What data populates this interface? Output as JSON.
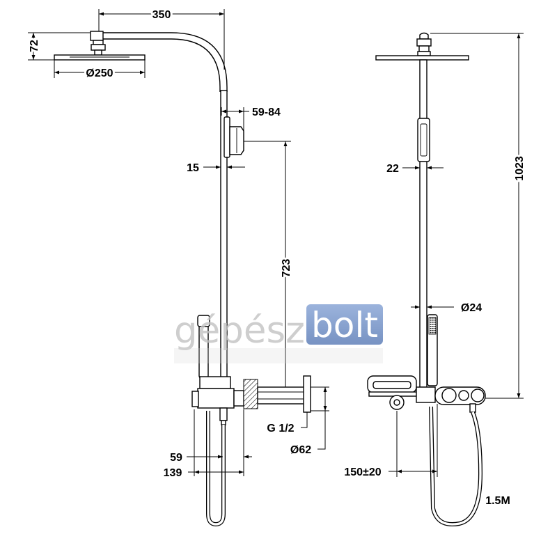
{
  "watermark": {
    "part1": "gépész",
    "part2": "bolt"
  },
  "dimensions": {
    "head_arm_length": "350",
    "head_height": "72",
    "head_diameter": "Ø250",
    "holder_range": "59-84",
    "pipe_offset": "15",
    "outlet_height": "723",
    "mixer_depth": "59",
    "total_depth": "139",
    "thread": "G 1/2",
    "flange_diameter": "Ø62",
    "pipe_width_front": "22",
    "total_height": "1023",
    "pipe_diameter": "Ø24",
    "center_distance": "150±20",
    "hose_length": "1.5M"
  },
  "colors": {
    "line": "#000000",
    "watermark_grey": "#c2c2c2",
    "watermark_blue": "#6f8fc6"
  }
}
